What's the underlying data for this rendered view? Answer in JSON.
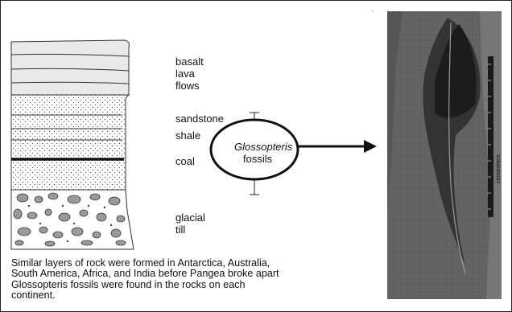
{
  "labels": {
    "basalt": "basalt",
    "lava": "lava",
    "flows": "flows",
    "sandstone": "sandstone",
    "shale": "shale",
    "coal": "coal",
    "glacial": "glacial",
    "till": "till"
  },
  "callout": {
    "title": "Glossopteris",
    "subtitle": "fossils"
  },
  "caption": {
    "line1": "Similar layers of rock were formed in Antarctica, Australia,",
    "line2": "South America, Africa, and India before Pangea broke apart",
    "line3": "Glossopteris fossils were found in the rocks on each",
    "line4": "continent."
  },
  "photo": {
    "scale_label": "centimeters",
    "corner_mark": "´"
  }
}
